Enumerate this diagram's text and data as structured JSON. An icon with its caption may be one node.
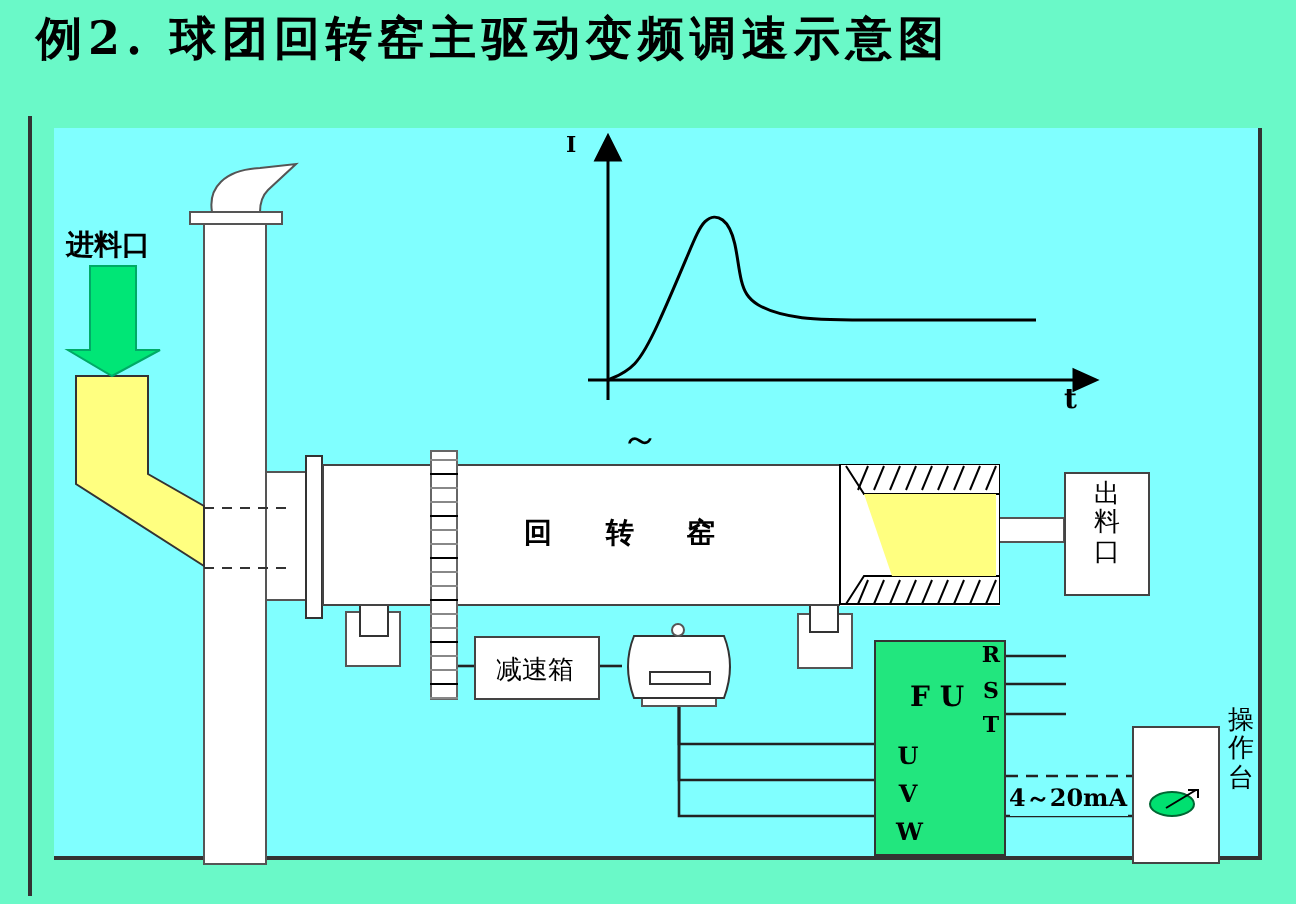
{
  "diagram": {
    "title": "例2. 球团回转窑主驱动变频调速示意图",
    "nodes": [
      {
        "text": [
          "回 转 窑"
        ]
      },
      {
        "text": [],
        "shape": "gear"
      },
      {
        "text": [
          "减速箱"
        ]
      },
      {
        "text": [],
        "shape": "motor"
      },
      {
        "text": [
          "F U",
          "R S T",
          "U V W"
        ]
      },
      {
        "text": [
          "出料口"
        ]
      },
      {
        "text": [
          "操作台"
        ]
      }
    ],
    "edges": [
      {
        "from": 1,
        "to": 2,
        "arrow": "none"
      },
      {
        "from": 2,
        "to": 3,
        "arrow": "none"
      },
      {
        "from": 3,
        "to": 4,
        "arrow": "none"
      },
      {
        "from": 3,
        "to": 4,
        "arrow": "none"
      },
      {
        "from": 3,
        "to": 4,
        "arrow": "none"
      },
      {
        "from": null,
        "to": 4,
        "arrow": "none"
      },
      {
        "from": null,
        "to": 4,
        "arrow": "none"
      },
      {
        "from": null,
        "to": 4,
        "arrow": "none"
      },
      {
        "from": 4,
        "to": 6,
        "arrow": "none",
        "label": "4～20mA",
        "style": "dashed"
      },
      {
        "from": 4,
        "to": 6,
        "arrow": "none"
      }
    ],
    "labels": [
      "进料口",
      "I",
      "t",
      "～"
    ]
  }
}
